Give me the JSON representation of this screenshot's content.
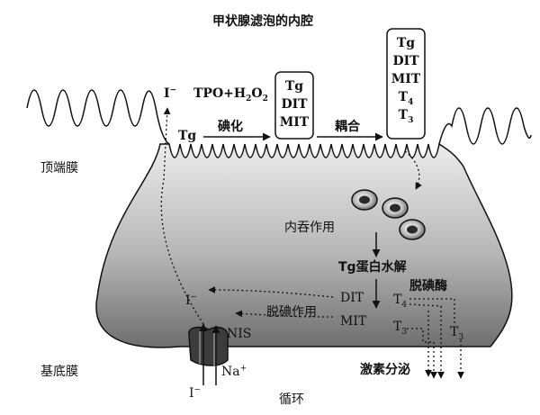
{
  "lumen_title": "甲状腺滤泡的内腔",
  "apical_membrane": "顶端膜",
  "basal_membrane": "基底膜",
  "circulation": "循环",
  "enzyme_input": {
    "prefix": "TPO+H",
    "sub1": "2",
    "mid": "O",
    "sub2": "2"
  },
  "iodide": {
    "base": "I",
    "sup": "−"
  },
  "tg": "Tg",
  "iodination": "碘化",
  "coupling": "耦合",
  "box1": {
    "lines": [
      "Tg",
      "DIT",
      "MIT"
    ]
  },
  "box2": {
    "lines": [
      "Tg",
      "DIT",
      "MIT"
    ],
    "t4": {
      "base": "T",
      "sub": "4"
    },
    "t3": {
      "base": "T",
      "sub": "3"
    }
  },
  "endocytosis": "内吞作用",
  "tg_hydrolysis": "Tg蛋白水解",
  "dit": "DIT",
  "mit": "MIT",
  "deiodinase": "脱碘酶",
  "deiodination": "脱碘作用",
  "t4": {
    "base": "T",
    "sub": "4"
  },
  "t3": {
    "base": "T",
    "sub": "3"
  },
  "nis": "NIS",
  "sodium": {
    "base": "Na",
    "sup": "+"
  },
  "hormone_secretion": "激素分泌",
  "colors": {
    "cell_light": "#e4e4e4",
    "cell_dark": "#6a6a6a",
    "outline": "#111111",
    "vesicle_dark": "#2a2a2a"
  }
}
